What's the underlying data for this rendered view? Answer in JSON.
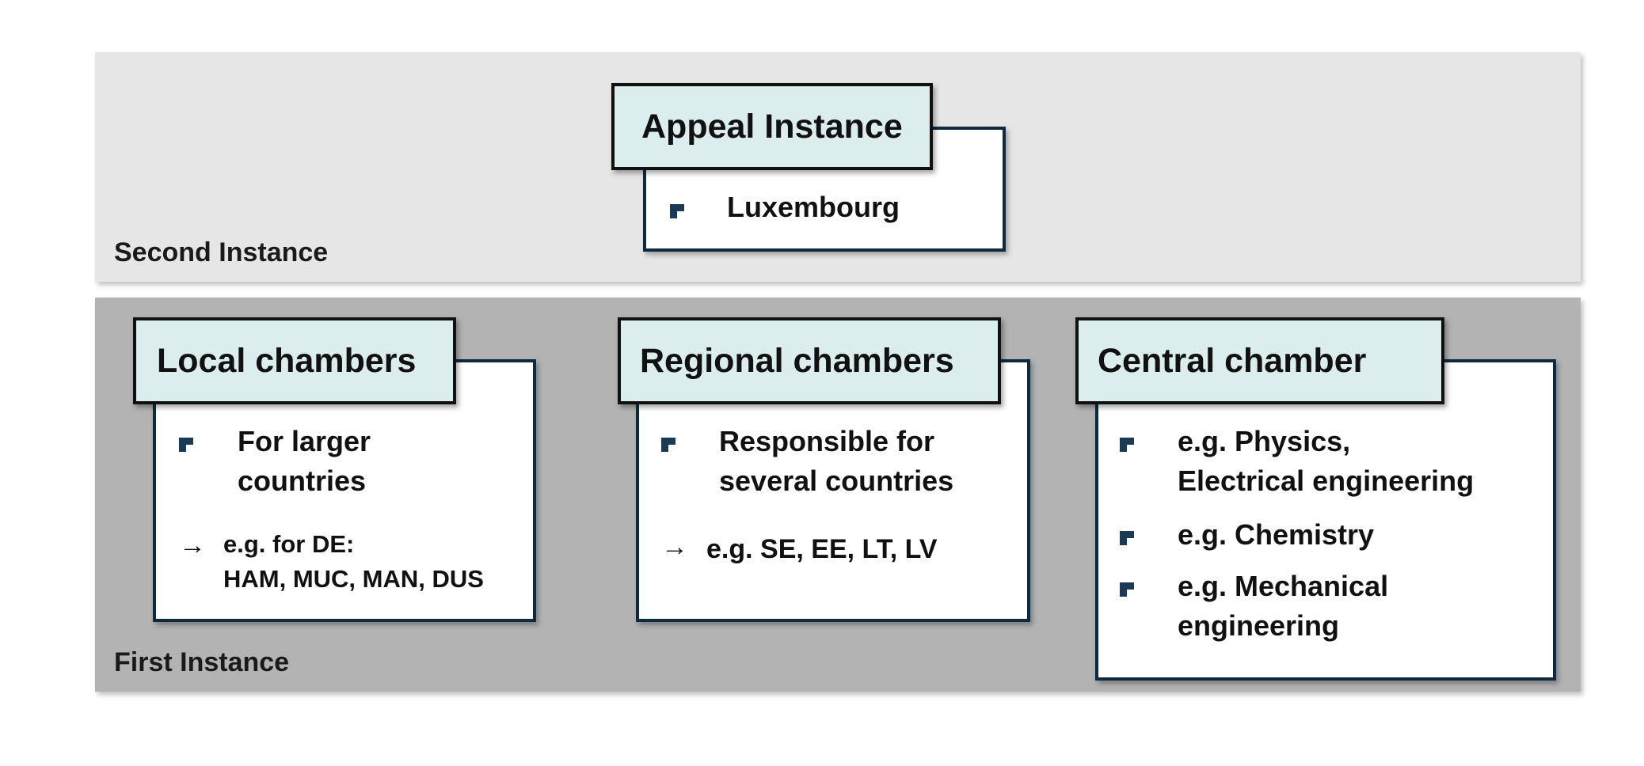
{
  "second_instance": {
    "label": "Second Instance",
    "appeal": {
      "title": "Appeal Instance",
      "items": [
        "Luxembourg"
      ]
    }
  },
  "first_instance": {
    "label": "First Instance",
    "local": {
      "title": "Local chambers",
      "bullet_line1": "For larger",
      "bullet_line2": "countries",
      "arrow": "→",
      "example_line1": "e.g. for DE:",
      "example_line2": "HAM, MUC, MAN, DUS"
    },
    "regional": {
      "title": "Regional chambers",
      "bullet_line1": "Responsible for",
      "bullet_line2": "several countries",
      "arrow": "→",
      "example": "e.g. SE, EE, LT, LV"
    },
    "central": {
      "title": "Central chamber",
      "item1_line1": "e.g. Physics,",
      "item1_line2": "Electrical engineering",
      "item2": "e.g. Chemistry",
      "item3_line1": "e.g. Mechanical",
      "item3_line2": "engineering"
    }
  },
  "colors": {
    "header_fill": "#dcedee",
    "second_band": "#e6e6e6",
    "first_band": "#b3b3b3",
    "border_navy": "#0d2a40"
  }
}
